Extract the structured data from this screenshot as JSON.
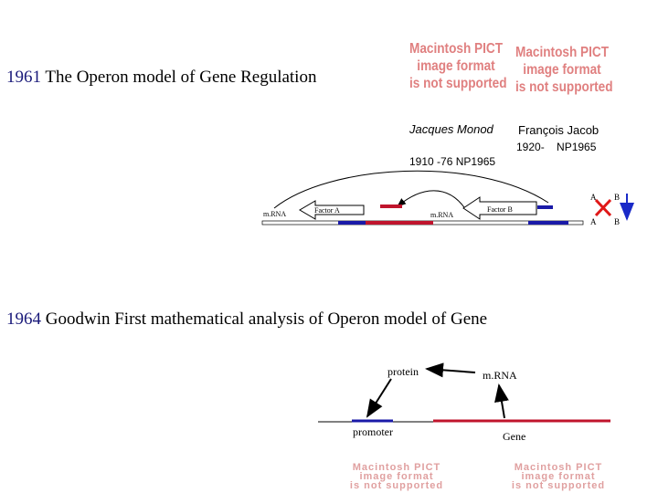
{
  "section1": {
    "year": "1961",
    "title": " The Operon model of Gene Regulation"
  },
  "pict_placeholder": {
    "line1": "Macintosh PICT",
    "line2": "image format",
    "line3": "is not supported"
  },
  "scientists": {
    "monod_name": "Jacques Monod",
    "monod_dates": "1910 -76 NP1965",
    "jacob_name": "François Jacob",
    "jacob_dates": "1920-    NP1965"
  },
  "operon_diagram": {
    "mrna_left": "m.RNA",
    "factor_a": "Factor A",
    "mrna_right": "m.RNA",
    "factor_b": "Factor B",
    "label_a_top": "A",
    "label_b_top": "B",
    "label_a_bottom": "A",
    "label_b_bottom": "B"
  },
  "section2": {
    "year": "1964",
    "title": " Goodwin First mathematical analysis of Operon model of Gene"
  },
  "goodwin_diagram": {
    "protein": "protein",
    "mrna": "m.RNA",
    "promoter": "promoter",
    "gene": "Gene"
  },
  "colors": {
    "red": "#c0142c",
    "blue": "#1a1aa8",
    "cross_red": "#e01818",
    "arrow_blue": "#1a2ac8"
  }
}
